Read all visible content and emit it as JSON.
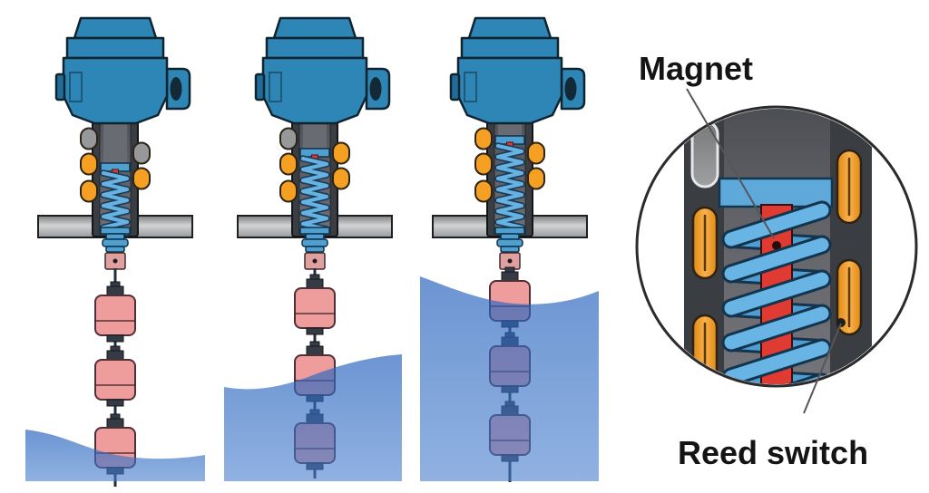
{
  "labels": {
    "magnet": "Magnet",
    "reed_switch": "Reed switch"
  },
  "colors": {
    "housing_blue": "#2e86b7",
    "tube_dark": "#3a3d42",
    "spring_blue": "#66b2e2",
    "magnet_red": "#df3b32",
    "switch_active": "#f5a023",
    "switch_inactive": "#97989a",
    "float_pink": "#ee9c9c",
    "connector_pink": "#dfa0a0",
    "fitting_blue": "#4f9fd0",
    "water_blue": "#7da4d9",
    "label_color": "#141414"
  },
  "devices": [
    {
      "position": "left",
      "water_level": "low",
      "magnet_position": "low",
      "floats": [
        "dry",
        "dry",
        "partially-submerged"
      ],
      "switches": {
        "left": [
          "inactive",
          "active",
          "active"
        ],
        "right": [
          "inactive",
          "active"
        ]
      }
    },
    {
      "position": "middle",
      "water_level": "middle",
      "magnet_position": "middle",
      "floats": [
        "dry",
        "partially-submerged",
        "submerged"
      ],
      "switches": {
        "left": [
          "inactive",
          "active",
          "active"
        ],
        "right": [
          "active",
          "active"
        ]
      }
    },
    {
      "position": "right",
      "water_level": "high",
      "magnet_position": "high",
      "floats": [
        "partially-submerged",
        "submerged",
        "submerged"
      ],
      "switches": {
        "left": [
          "active",
          "active",
          "active"
        ],
        "right": [
          "active",
          "active"
        ]
      }
    }
  ],
  "detail_view": {
    "magnet_label": "Magnet",
    "reed_switch_label": "Reed switch",
    "switches": {
      "left": [
        "inactive",
        "active",
        "active"
      ],
      "right": [
        "active",
        "active"
      ]
    }
  }
}
